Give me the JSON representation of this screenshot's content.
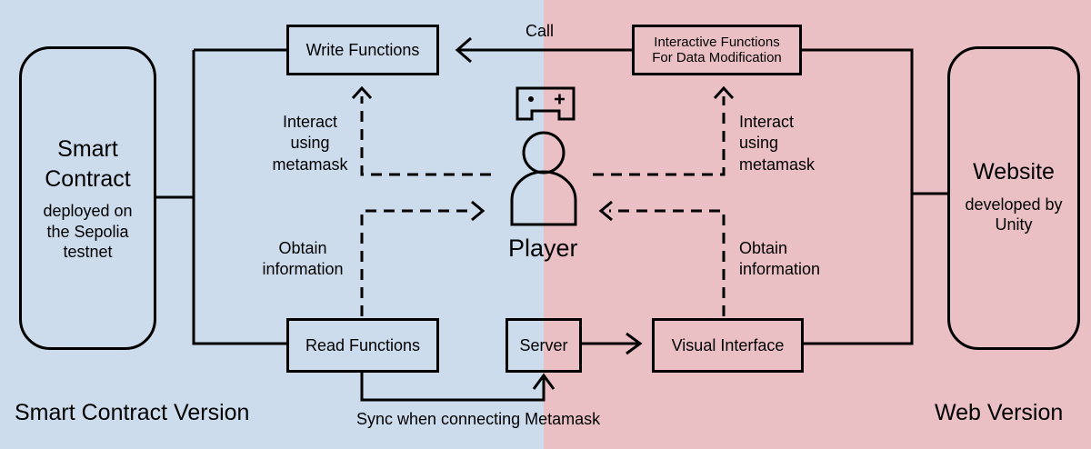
{
  "left_panel": {
    "section_label": "Smart Contract Version",
    "smart_contract": {
      "title": "Smart\nContract",
      "subtitle": "deployed on\nthe Sepolia\ntestnet"
    },
    "write_functions": "Write Functions",
    "read_functions": "Read Functions",
    "interact_label": "Interact\nusing\nmetamask",
    "obtain_label": "Obtain\ninformation"
  },
  "center": {
    "player_label": "Player",
    "server": "Server",
    "call_label": "Call",
    "sync_label": "Sync when connecting Metamask"
  },
  "right_panel": {
    "section_label": "Web Version",
    "website": {
      "title": "Website",
      "subtitle": "developed by\nUnity"
    },
    "interactive_functions": "Interactive Functions\nFor Data Modification",
    "visual_interface": "Visual Interface",
    "interact_label": "Interact\nusing\nmetamask",
    "obtain_label": "Obtain\ninformation"
  },
  "colors": {
    "left_background": "#ccdced",
    "right_background": "#ebc0c5",
    "stroke": "#000000"
  },
  "icons": {
    "player": "person-icon",
    "game": "gamepad-icon"
  }
}
